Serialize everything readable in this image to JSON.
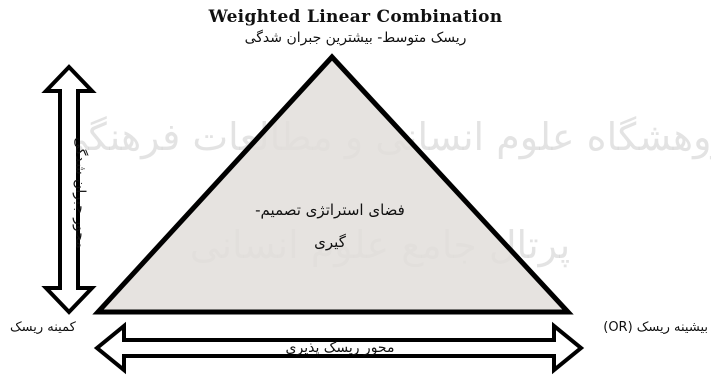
{
  "title": {
    "english": "Weighted Linear Combination",
    "persian": "ریسک متوسط- بیشترین جبران شدگی"
  },
  "triangle": {
    "label": "فضای استراتژی تصمیم-گیری",
    "label_line1": "فضای استراتژی تصمیم-",
    "label_line2": "گیری",
    "fill_color": "#e2deda",
    "stroke_color": "#000000"
  },
  "corners": {
    "left": "کمینه ریسک",
    "right": "بیشینه ریسک (OR)"
  },
  "axes": {
    "vertical": "محور جبران شدگی",
    "horizontal": "محور ریسک پذیری"
  },
  "watermark": {
    "line1": "پژوهشگاه علوم انسانی و مطالعات فرهنگی",
    "line2": "پرتال جامع علوم انسانی",
    "color": "#cfcfcf"
  }
}
